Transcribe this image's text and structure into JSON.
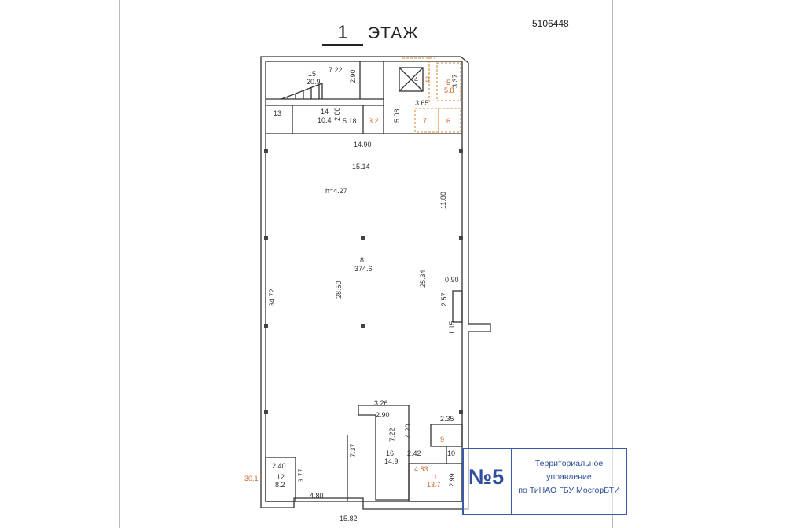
{
  "header": {
    "floor_number": "1",
    "floor_word": "ЭТАЖ",
    "doc_number": "5106448"
  },
  "plan": {
    "ceiling_height": "h=4.27",
    "dimensions": [
      "7.22",
      "2.90",
      "3.37",
      "3.65",
      "5.18",
      "2.00",
      "5.08",
      "14.90",
      "15.14",
      "11.80",
      "34.72",
      "28.50",
      "25.34",
      "0.90",
      "2.57",
      "1.15",
      "3.26",
      "2.90",
      "7.22",
      "4.20",
      "2.35",
      "2.42",
      "7.37",
      "2.40",
      "3.77",
      "4.80",
      "2.99",
      "15.82"
    ],
    "rooms": [
      {
        "no": "15",
        "area": "20.9"
      },
      {
        "no": "14",
        "area": "10.4"
      },
      {
        "no": "13",
        "area": ""
      },
      {
        "no": "4",
        "area": ""
      },
      {
        "no": "3",
        "area": ""
      },
      {
        "no": "5",
        "area": "5.8"
      },
      {
        "no": "7",
        "area": ""
      },
      {
        "no": "6",
        "area": ""
      },
      {
        "no": "",
        "area": "3.2"
      },
      {
        "no": "8",
        "area": "374.6"
      },
      {
        "no": "16",
        "area": "14.9"
      },
      {
        "no": "12",
        "area": "8.2"
      },
      {
        "no": "11",
        "area": "13.7"
      },
      {
        "no": "9",
        "area": ""
      },
      {
        "no": "10",
        "area": ""
      },
      {
        "no": "",
        "area": "4.83"
      },
      {
        "no": "",
        "area": "30.1"
      }
    ]
  },
  "stamp": {
    "number": "№5",
    "line1": "Территориальное",
    "line2": "управление",
    "line3": "по ТиНАО ГБУ МосгорБТИ",
    "color": "#2f4e9e"
  }
}
